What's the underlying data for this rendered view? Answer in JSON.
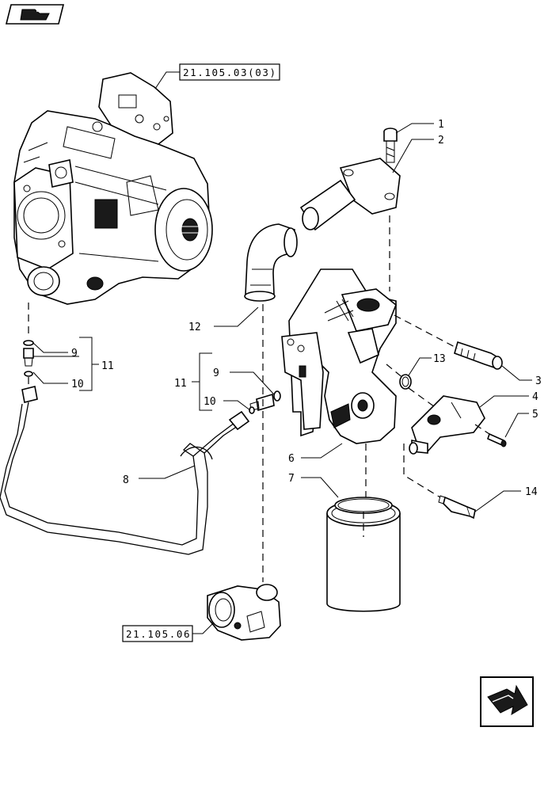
{
  "icons": {
    "top_left": "book-icon",
    "bottom_right": "next-page-arrow-icon"
  },
  "references": {
    "upper_pump": "21.105.03(03)",
    "lower_valve": "21.105.06"
  },
  "callouts": {
    "c1": "1",
    "c2": "2",
    "c3": "3",
    "c4": "4",
    "c5": "5",
    "c6": "6",
    "c7": "7",
    "c8": "8",
    "c9a": "9",
    "c9b": "9",
    "c10a": "10",
    "c10b": "10",
    "c11a": "11",
    "c11b": "11",
    "c12": "12",
    "c13": "13",
    "c14": "14"
  }
}
